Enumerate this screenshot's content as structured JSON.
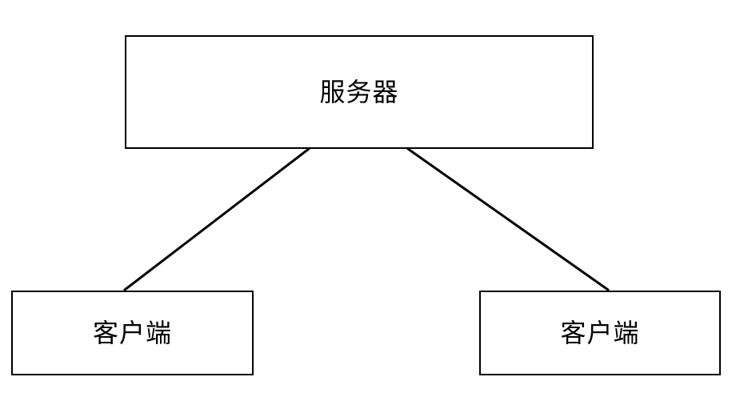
{
  "server": {
    "label": "服务器"
  },
  "clients": [
    {
      "label": "客户端"
    },
    {
      "label": "客户端"
    }
  ],
  "colors": {
    "stroke": "#000000",
    "background": "#ffffff",
    "text": "#000000"
  }
}
